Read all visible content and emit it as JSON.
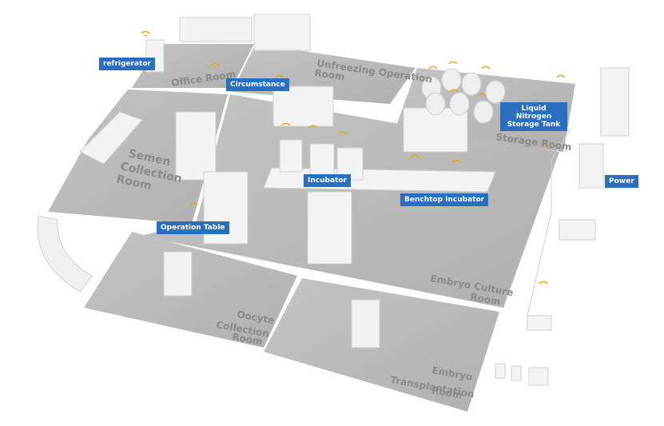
{
  "rooms": {
    "office": "Office Room",
    "unfreezing_1": "Unfreezing Operation",
    "unfreezing_2": "Room",
    "semen_1": "Semen",
    "semen_2": "Collection",
    "semen_3": "Room",
    "storage": "Storage Room",
    "embryo_culture_1": "Embryo Culture",
    "embryo_culture_2": "Room",
    "oocyte_1": "Oocyte",
    "oocyte_2": "Collection",
    "oocyte_3": "Room",
    "transplant_1": "Embryo",
    "transplant_2": "Transplantation",
    "transplant_3": "Room"
  },
  "tags": {
    "refrigerator": "refrigerator",
    "circumstance": "Circumstance",
    "liquid_nitrogen": "Liquid Nitrogen Storage Tank",
    "incubator": "Incubator",
    "benchtop_incubator": "Benchtop Incubator",
    "operation_table": "Operation Table",
    "power": "Power"
  },
  "colors": {
    "floor": "#b9b9b9",
    "floor_dark": "#a9a9a9",
    "wall": "#f2f2f2",
    "tag": "#2a6ebf",
    "sensor": "#e3a823"
  },
  "icons": [
    "wifi-sensor-icon"
  ]
}
